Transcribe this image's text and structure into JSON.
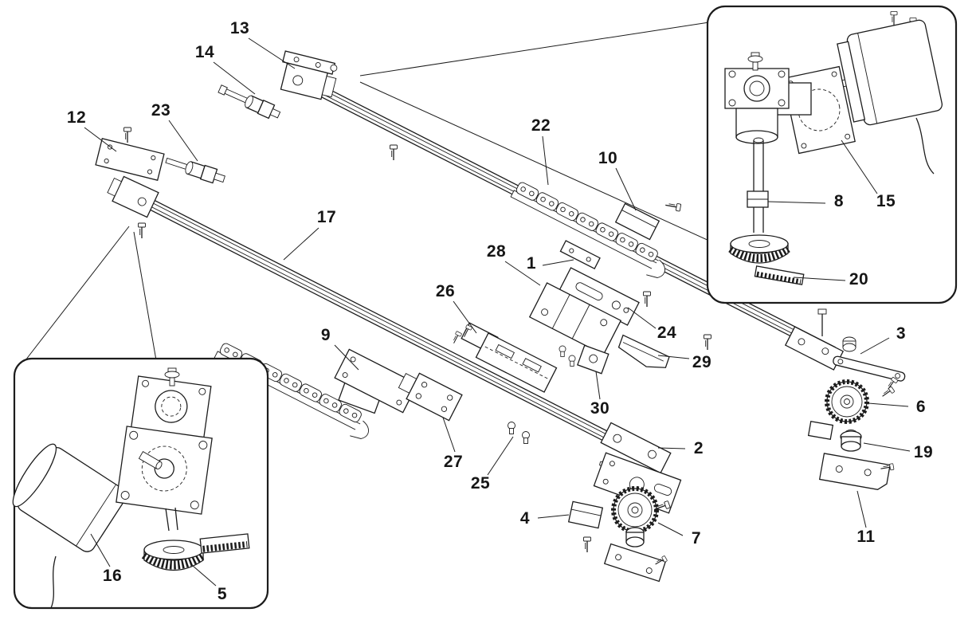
{
  "figure": {
    "type": "exploded-parts-diagram",
    "background_color": "#ffffff",
    "line_color": "#1c1c1c"
  },
  "part_labels": {
    "p1": "1",
    "p2": "2",
    "p3": "3",
    "p4": "4",
    "p5": "5",
    "p6": "6",
    "p7": "7",
    "p8": "8",
    "p9": "9",
    "p10": "10",
    "p11": "11",
    "p12": "12",
    "p13": "13",
    "p14": "14",
    "p15": "15",
    "p16": "16",
    "p17": "17",
    "p19": "19",
    "p20": "20",
    "p22": "22",
    "p23": "23",
    "p24": "24",
    "p25": "25",
    "p26": "26",
    "p27": "27",
    "p28": "28",
    "p29": "29",
    "p30": "30"
  }
}
